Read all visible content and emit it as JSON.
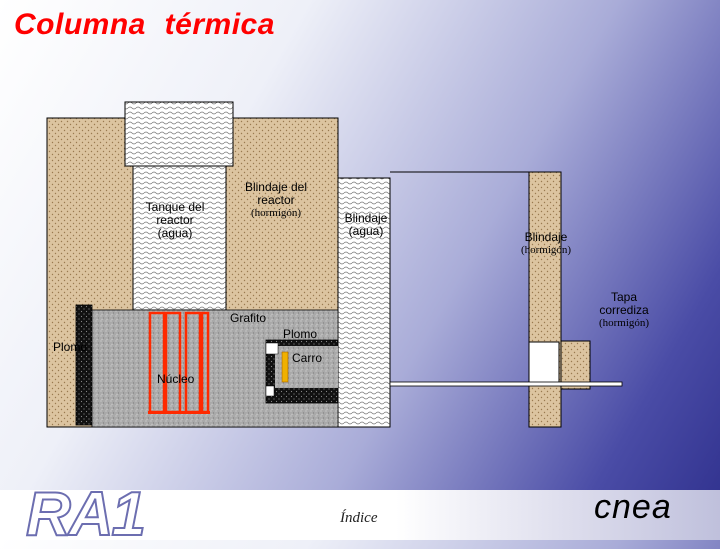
{
  "title": "Columna térmica",
  "labels": {
    "tank_line1": "Tanque del",
    "tank_line2": "reactor",
    "tank_line3": "(agua)",
    "shield_concrete_line1": "Blindaje del",
    "shield_concrete_line2": "reactor",
    "shield_concrete_line3": "(hormigón)",
    "shield_water_line1": "Blindaje",
    "shield_water_line2": "(agua)",
    "shield_right_line1": "Blindaje",
    "shield_right_line2": "(hormigón)",
    "sliding_cover_line1": "Tapa",
    "sliding_cover_line2": "corrediza",
    "sliding_cover_line3": "(hormigón)",
    "graphite": "Grafito",
    "lead_left": "Plomo",
    "lead_center": "Plomo",
    "carriage": "Carro",
    "core": "Núcleo"
  },
  "footer": {
    "logo_left": "RA1",
    "index_link": "Índice",
    "logo_right": "cnea"
  },
  "colors": {
    "title": "#ff0000",
    "concrete": "#dcc4a0",
    "water": "#ffffff",
    "graphite": "#a8a8a8",
    "lead": "#111111",
    "core": "#ff2a00",
    "carriage": "#f0b000"
  }
}
